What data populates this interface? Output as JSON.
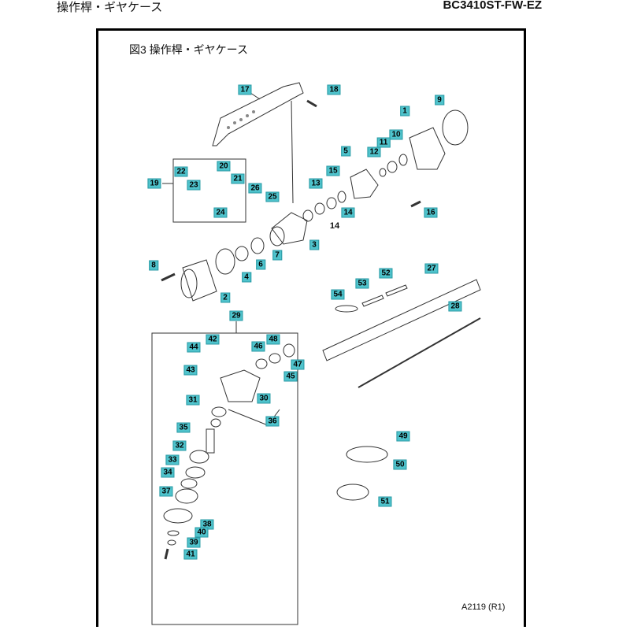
{
  "header": {
    "section_title": "操作桿・ギヤケース",
    "model": "BC3410ST-FW-EZ"
  },
  "figure": {
    "title": "図3  操作桿・ギヤケース",
    "code": "A2119 (R1)"
  },
  "callouts": [
    "17",
    "18",
    "1",
    "9",
    "10",
    "11",
    "12",
    "5",
    "15",
    "13",
    "14",
    "16",
    "3",
    "7",
    "6",
    "4",
    "8",
    "2",
    "19",
    "22",
    "20",
    "23",
    "21",
    "24",
    "26",
    "25",
    "54",
    "53",
    "52",
    "27",
    "28",
    "29",
    "42",
    "44",
    "48",
    "46",
    "47",
    "43",
    "45",
    "30",
    "31",
    "36",
    "35",
    "32",
    "33",
    "34",
    "37",
    "38",
    "40",
    "39",
    "41",
    "49",
    "50",
    "51"
  ],
  "plain_callouts": [
    "14"
  ],
  "colors": {
    "callout": "#4fc3cc"
  }
}
